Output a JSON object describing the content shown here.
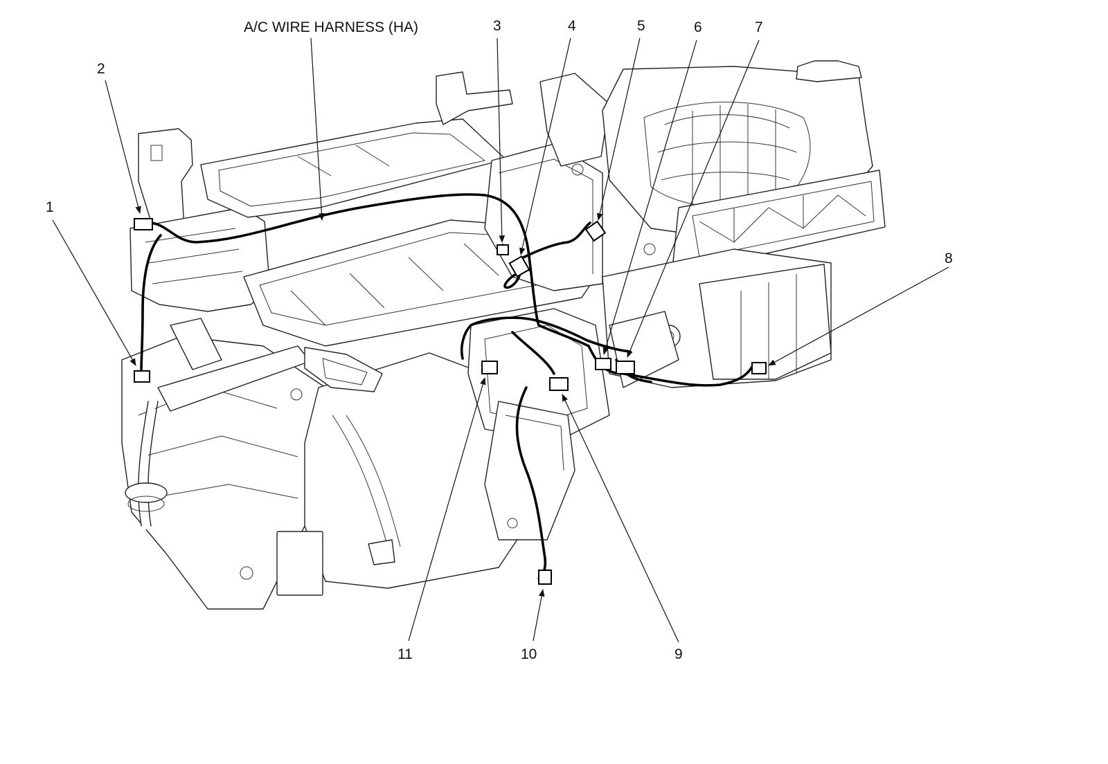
{
  "harness_label": "A/C WIRE HARNESS (HA)",
  "callouts": [
    "1",
    "2",
    "3",
    "4",
    "5",
    "6",
    "7",
    "8",
    "9",
    "10",
    "11"
  ]
}
